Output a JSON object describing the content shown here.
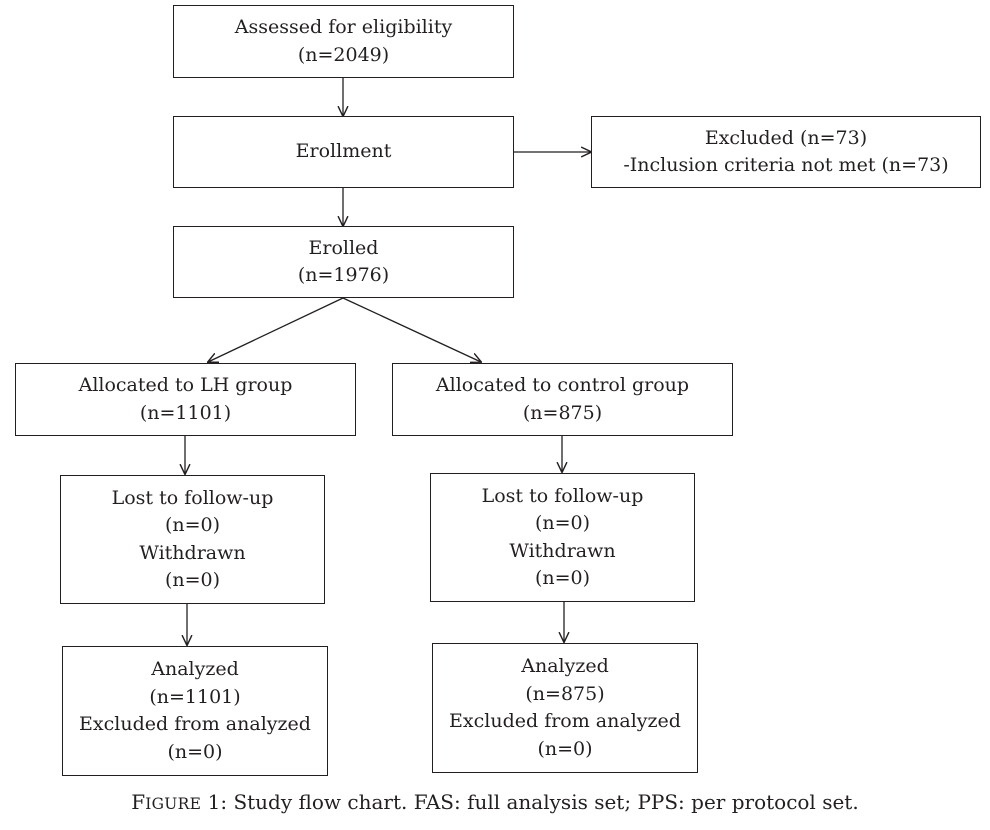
{
  "assessed": {
    "line1": "Assessed for eligibility",
    "line2": "(n=2049)"
  },
  "enrollment": {
    "line1": "Erollment"
  },
  "excluded": {
    "line1": "Excluded (n=73)",
    "line2": "-Inclusion criteria not met (n=73)"
  },
  "enrolled": {
    "line1": "Erolled",
    "line2": "(n=1976)"
  },
  "lh_group": {
    "allocated": {
      "line1": "Allocated to LH group",
      "line2": "(n=1101)"
    },
    "followup": {
      "line1": "Lost to follow-up",
      "line2": "(n=0)",
      "line3": "Withdrawn",
      "line4": "(n=0)"
    },
    "analyzed": {
      "line1": "Analyzed",
      "line2": "(n=1101)",
      "line3": "Excluded from analyzed",
      "line4": "(n=0)"
    }
  },
  "control_group": {
    "allocated": {
      "line1": "Allocated to control group",
      "line2": "(n=875)"
    },
    "followup": {
      "line1": "Lost to follow-up",
      "line2": "(n=0)",
      "line3": "Withdrawn",
      "line4": "(n=0)"
    },
    "analyzed": {
      "line1": "Analyzed",
      "line2": "(n=875)",
      "line3": "Excluded from analyzed",
      "line4": "(n=0)"
    }
  },
  "caption": {
    "label_first": "F",
    "label_rest": "IGURE",
    "number": " 1: ",
    "text": "Study flow chart. FAS: full analysis set; PPS: per protocol set."
  }
}
